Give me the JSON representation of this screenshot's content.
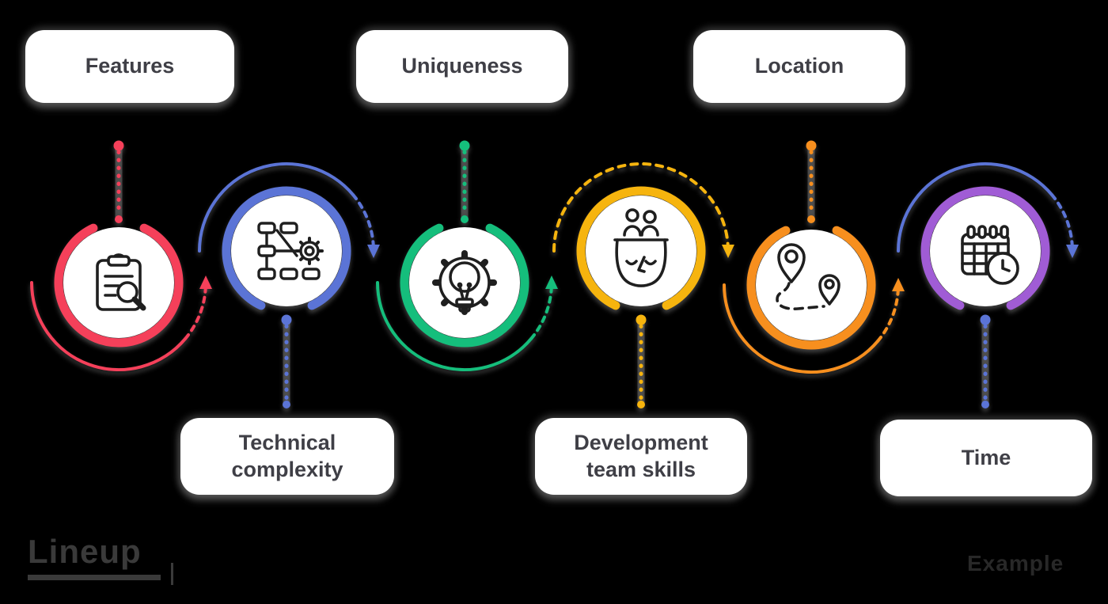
{
  "diagram": {
    "items": [
      {
        "label": "Features",
        "label_position": "top",
        "ring_color": "#F5405A",
        "arc_color": "#F5405A",
        "connector_color": "#F5405A",
        "icon": "clipboard-search-icon"
      },
      {
        "label": "Technical complexity",
        "label_position": "bottom",
        "ring_color": "#5B74D6",
        "arc_color": "#5B74D6",
        "connector_color": "#5B74D6",
        "icon": "sitemap-gear-icon"
      },
      {
        "label": "Uniqueness",
        "label_position": "top",
        "ring_color": "#15BE7C",
        "arc_color": "#15BE7C",
        "connector_color": "#15BE7C",
        "icon": "gear-lightbulb-icon"
      },
      {
        "label": "Development team skills",
        "label_position": "bottom",
        "ring_color": "#F6B40E",
        "arc_color": "#F6B40E",
        "connector_color": "#F6B40E",
        "icon": "head-team-icon"
      },
      {
        "label": "Location",
        "label_position": "top",
        "ring_color": "#F78F1E",
        "arc_color": "#F78F1E",
        "connector_color": "#F78F1E",
        "icon": "route-pins-icon"
      },
      {
        "label": "Time",
        "label_position": "bottom",
        "ring_color": "#A05CD5",
        "arc_color": "#5B74D6",
        "connector_color": "#5B74D6",
        "icon": "calendar-clock-icon"
      }
    ],
    "footer": {
      "logo_left": "Lineup",
      "logo_right": "Example"
    }
  }
}
